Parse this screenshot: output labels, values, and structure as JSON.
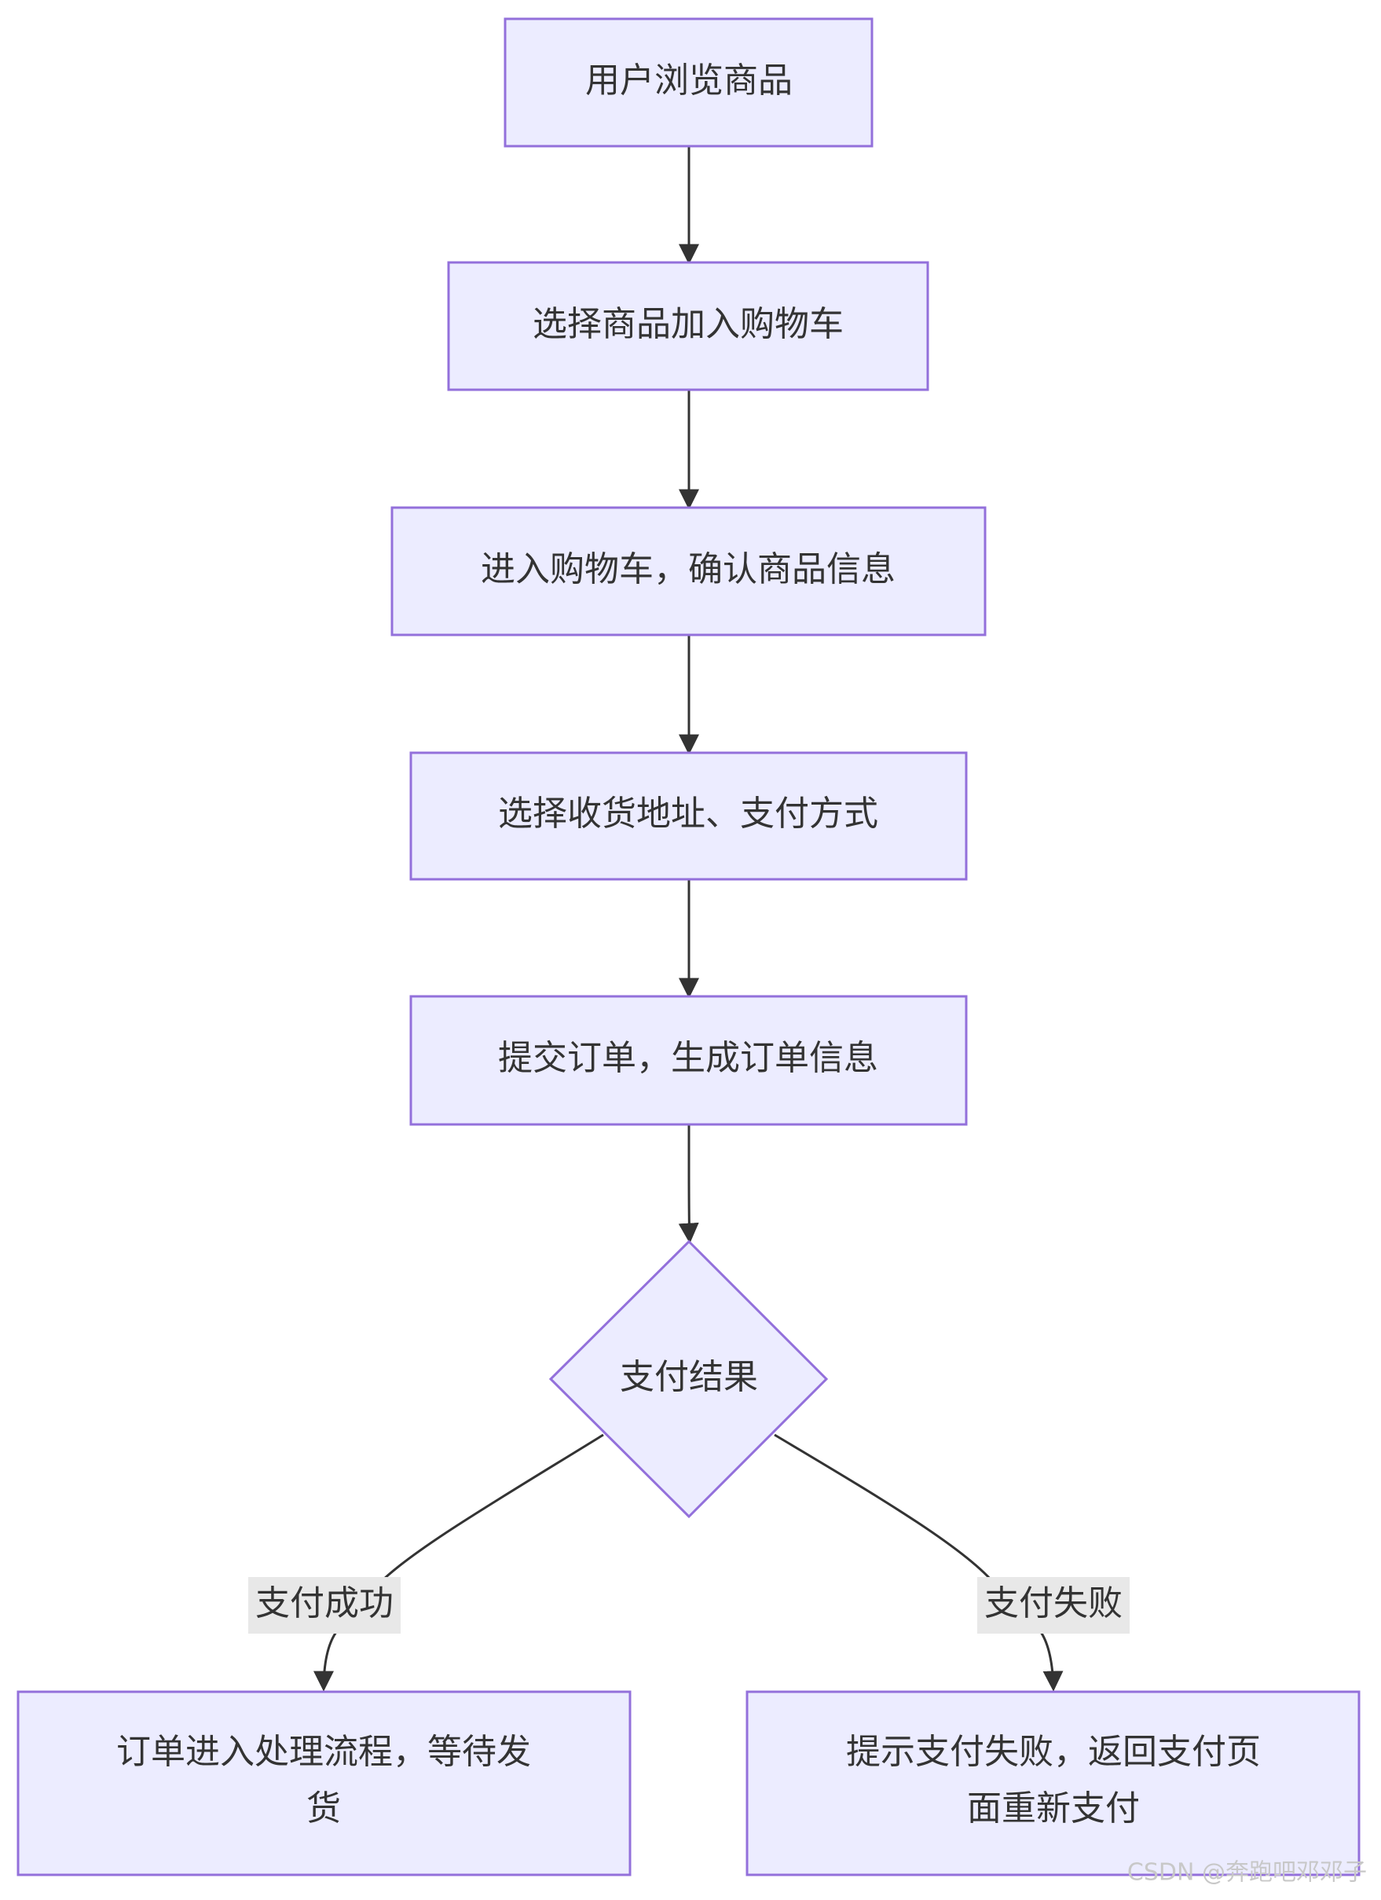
{
  "nodes": {
    "browse": "用户浏览商品",
    "add_cart": "选择商品加入购物车",
    "confirm_cart": "进入购物车，确认商品信息",
    "select_address": "选择收货地址、支付方式",
    "submit_order": "提交订单，生成订单信息",
    "pay_result": "支付结果",
    "success_line1": "订单进入处理流程，等待发",
    "success_line2": "货",
    "fail_line1": "提示支付失败，返回支付页",
    "fail_line2": "面重新支付"
  },
  "edge_labels": {
    "success": "支付成功",
    "fail": "支付失败"
  },
  "watermark": "CSDN @奔跑吧邓邓子",
  "colors": {
    "node_fill": "#ececff",
    "node_stroke": "#9370db",
    "edge": "#333333",
    "edge_label_bg": "#e8e8e8",
    "text": "#333333"
  }
}
